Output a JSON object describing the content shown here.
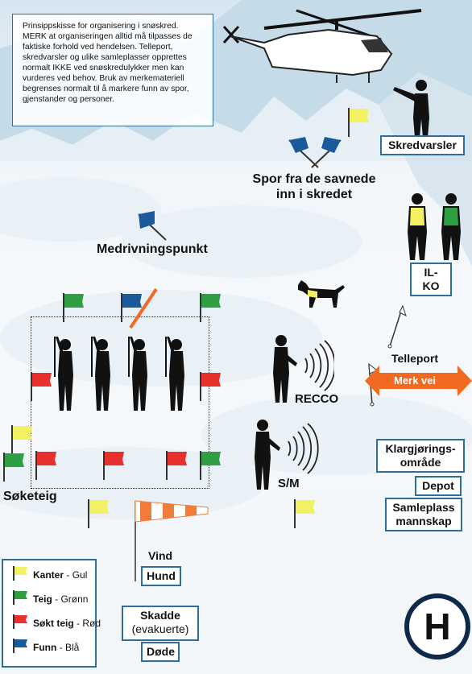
{
  "colors": {
    "border_blue": "#2f6e9a",
    "flag_yellow": "#f3f063",
    "flag_green": "#2ea043",
    "flag_red": "#e8312c",
    "flag_blue": "#1b5a9a",
    "arrow_orange": "#f26a21",
    "windsock_orange": "#f07c3c"
  },
  "info_text": "Prinsippskisse for organisering i snøskred. MERK at organiseringen alltid må tilpasses de faktiske forhold ved hendelsen. Telleport, skredvarsler og ulike samleplasser opprettes normalt IKKE ved snøskredulykker men kan vurderes ved behov. Bruk av merkemateriell begrenses normalt til å markere funn av spor, gjenstander og personer.",
  "labels": {
    "skredvarsler": "Skredvarsler",
    "spor": "Spor fra de savnede inn i skredet",
    "ilko": "IL-KO",
    "medrivningspunkt": "Medrivningspunkt",
    "telleport": "Telleport",
    "merk_vei": "Merk vei",
    "recco": "RECCO",
    "sm": "S/M",
    "soketeig": "Søketeig",
    "klargjoring": "Klargjørings-område",
    "depot": "Depot",
    "samleplass": "Samleplass mannskap",
    "vind": "Vind",
    "hund": "Hund",
    "skadde": "Skadde",
    "evakuerte": "(evakuerte)",
    "dode": "Døde",
    "helipad": "H"
  },
  "legend": [
    {
      "name": "Kanter",
      "color_word": "Gul",
      "color": "#f3f063"
    },
    {
      "name": "Teig",
      "color_word": "Grønn",
      "color": "#2ea043"
    },
    {
      "name": "Søkt teig",
      "color_word": "Rød",
      "color": "#e8312c"
    },
    {
      "name": "Funn",
      "color_word": "Blå",
      "color": "#1b5a9a"
    }
  ],
  "icons": [
    "helicopter-icon",
    "person-pointing-icon",
    "person-vest-icon",
    "dog-icon",
    "prober-icon",
    "transceiver-person-icon",
    "windsock-icon",
    "helipad-icon",
    "flag-icon",
    "golf-flag-icon"
  ]
}
